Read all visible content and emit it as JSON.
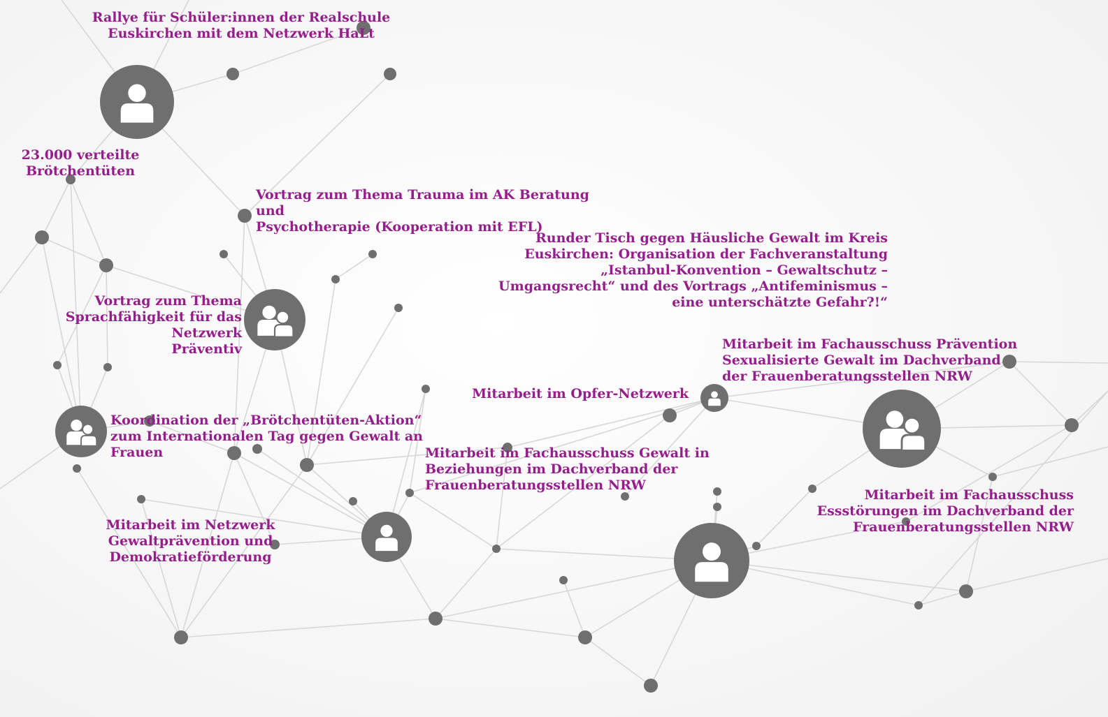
{
  "labels": {
    "rallye": "Rallye für Schüler:innen der Realschule\nEuskirchen mit dem Netzwerk HaLt",
    "broetchentueten_count": "23.000 verteilte\nBrötchentüten",
    "vortrag_trauma": "Vortrag zum Thema Trauma im AK Beratung und\nPsychotherapie (Kooperation mit EFL)",
    "runder_tisch": "Runder Tisch gegen Häusliche Gewalt im Kreis\nEuskirchen: Organisation der Fachveranstaltung\n„Istanbul-Konvention – Gewaltschutz –\nUmgangsrecht“ und des Vortrags „Antifeminismus –\neine unterschätzte Gefahr?!“",
    "vortrag_sprachfaehigkeit": "Vortrag zum Thema\nSprachfähigkeit für das Netzwerk\nPräventiv",
    "fachausschuss_praevention": "Mitarbeit im Fachausschuss Prävention\nSexualisierte Gewalt im Dachverband\nder Frauenberatungsstellen NRW",
    "opfer_netzwerk": "Mitarbeit im Opfer-Netzwerk",
    "koordination_broetchentueten": "Koordination der „Brötchentüten-Aktion“\nzum Internationalen Tag gegen Gewalt an\nFrauen",
    "fachausschuss_gewalt": "Mitarbeit im Fachausschuss Gewalt in\nBeziehungen im Dachverband der\nFrauenberatungsstellen NRW",
    "fachausschuss_essstoerungen": "Mitarbeit im Fachausschuss\nEssstörungen im Dachverband der\nFrauenberatungsstellen NRW",
    "netzwerk_gewaltpraevention": "Mitarbeit im Netzwerk\nGewaltprävention und\nDemokratieförderung"
  },
  "colors": {
    "label_text": "#961e8c",
    "node_fill": "#6f6f6f",
    "edge_stroke": "#d7d7d7",
    "icon_fill": "#ffffff"
  },
  "icons": {
    "person": "person-icon",
    "group": "group-icon"
  }
}
